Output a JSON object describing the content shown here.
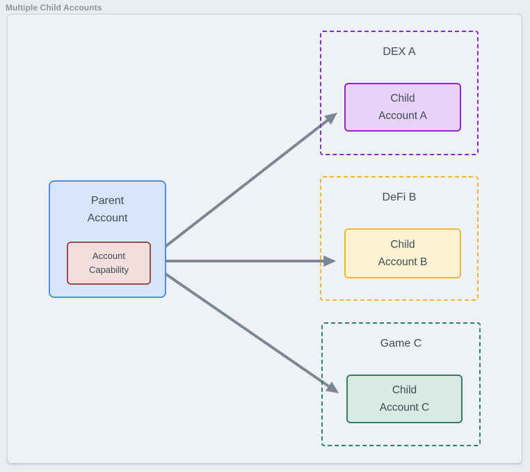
{
  "page": {
    "title": "Multiple Child Accounts"
  },
  "diagram": {
    "parent": {
      "label": "Parent\nAccount",
      "capability_label": "Account\nCapability"
    },
    "groups": [
      {
        "label": "DEX A",
        "child_label": "Child\nAccount A"
      },
      {
        "label": "DeFi B",
        "child_label": "Child\nAccount B"
      },
      {
        "label": "Game C",
        "child_label": "Child\nAccount C"
      }
    ],
    "colors": {
      "parent_fill": "#d6e6f8",
      "parent_border": "#4a8fe0",
      "capability_fill": "#f2dedd",
      "capability_border": "#9d4c4c",
      "dex_accent": "#8e24c9",
      "dex_child_fill": "#e9d2f8",
      "defi_accent": "#f2b431",
      "defi_child_fill": "#fdf3d3",
      "game_accent": "#2b7f68",
      "game_child_fill": "#dae9e2",
      "arrow": "#7b8794",
      "node_text": "#3d4a57",
      "title_text": "#8b95a1"
    }
  }
}
